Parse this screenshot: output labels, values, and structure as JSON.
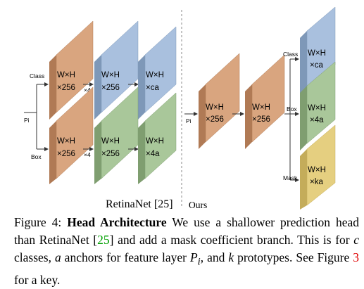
{
  "figure": {
    "retinanet": {
      "class_label": "Class",
      "box_label": "Box",
      "input_label": "Pi",
      "repeat_class": "×4",
      "repeat_box": "×4",
      "class_blocks": [
        {
          "line1": "W×H",
          "line2": "×256",
          "color": "#d9a57f"
        },
        {
          "line1": "W×H",
          "line2": "×256",
          "color": "#a9c0de"
        },
        {
          "line1": "W×H",
          "line2": "×ca",
          "color": "#a9c0de"
        }
      ],
      "box_blocks": [
        {
          "line1": "W×H",
          "line2": "×256",
          "color": "#d9a57f"
        },
        {
          "line1": "W×H",
          "line2": "×256",
          "color": "#a9c79a"
        },
        {
          "line1": "W×H",
          "line2": "×4a",
          "color": "#a9c79a"
        }
      ],
      "subtitle": "RetinaNet [",
      "subtitle_cite": "25",
      "subtitle_end": "]"
    },
    "ours": {
      "input_label": "Pi",
      "class_label": "Class",
      "box_label": "Box",
      "mask_label": "Mask",
      "trunk_blocks": [
        {
          "line1": "W×H",
          "line2": "×256",
          "color": "#d9a57f"
        },
        {
          "line1": "W×H",
          "line2": "×256",
          "color": "#d9a57f"
        }
      ],
      "head_blocks": [
        {
          "line1": "W×H",
          "line2": "×ca",
          "color": "#a9c0de"
        },
        {
          "line1": "W×H",
          "line2": "×4a",
          "color": "#a9c79a"
        },
        {
          "line1": "W×H",
          "line2": "×ka",
          "color": "#e5cf80"
        }
      ],
      "subtitle": "Ours"
    }
  },
  "caption": {
    "prefix": "Figure 4: ",
    "label": "Head Architecture",
    "t1": "  We use a shallower prediction head than RetinaNet [",
    "cite1": "25",
    "t2": "] and add a mask coefficient branch. This is for ",
    "v_c": "c",
    "t3": " classes, ",
    "v_a": "a",
    "t4": " anchors for feature layer ",
    "v_p": "P",
    "v_p_sub": "i",
    "t5": ", and ",
    "v_k": "k",
    "t6": " prototypes. See Figure ",
    "figref": "3",
    "t7": " for a key."
  }
}
